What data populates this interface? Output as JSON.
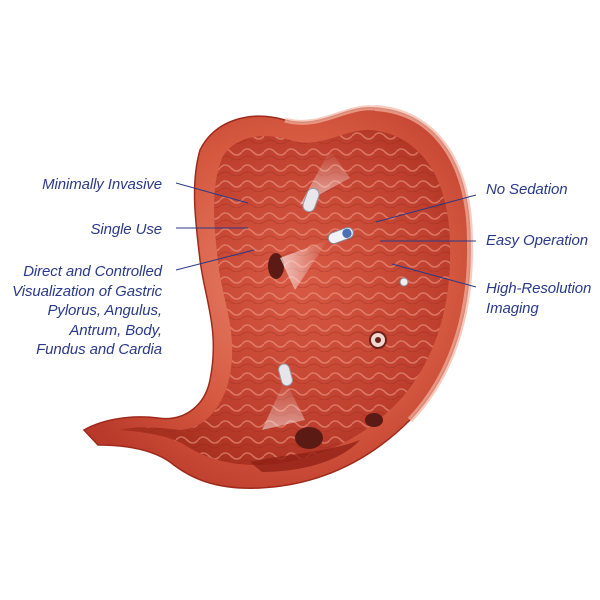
{
  "labels": {
    "minimally_invasive": "Minimally Invasive",
    "single_use": "Single Use",
    "visualization": "Direct and Controlled\nVisualization of Gastric\nPylorus, Angulus,\nAntrum, Body,\nFundus and Cardia",
    "no_sedation": "No Sedation",
    "easy_operation": "Easy Operation",
    "high_resolution": "High-Resolution\nImaging"
  },
  "colors": {
    "label_text": "#2b3a86",
    "leader_line": "#2b3a86",
    "stomach_outer": "#d9644f",
    "stomach_inner": "#c6412f",
    "lesion": "#5b1a14"
  },
  "illustration": {
    "subject": "stomach-cross-section",
    "devices": "capsule-endoscope"
  }
}
